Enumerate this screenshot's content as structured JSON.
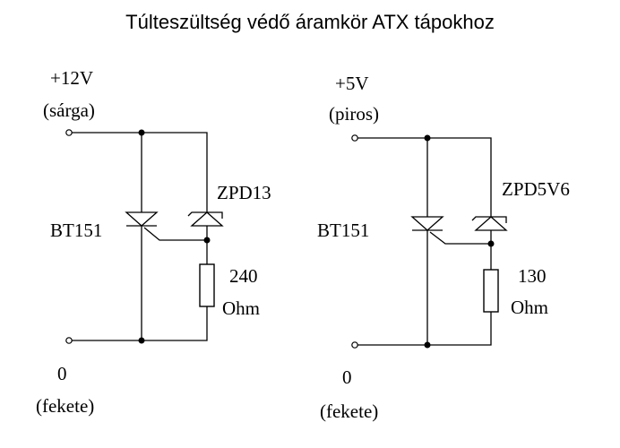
{
  "title": "Túlteszültség védő áramkör ATX tápokhoz",
  "circuits": [
    {
      "supply_voltage": "+12V",
      "supply_color": "(sárga)",
      "ground": "0",
      "ground_color": "(fekete)",
      "thyristor": "BT151",
      "zener": "ZPD13",
      "resistor_value": "240",
      "resistor_unit": "Ohm"
    },
    {
      "supply_voltage": "+5V",
      "supply_color": "(piros)",
      "ground": "0",
      "ground_color": "(fekete)",
      "thyristor": "BT151",
      "zener": "ZPD5V6",
      "resistor_value": "130",
      "resistor_unit": "Ohm"
    }
  ]
}
